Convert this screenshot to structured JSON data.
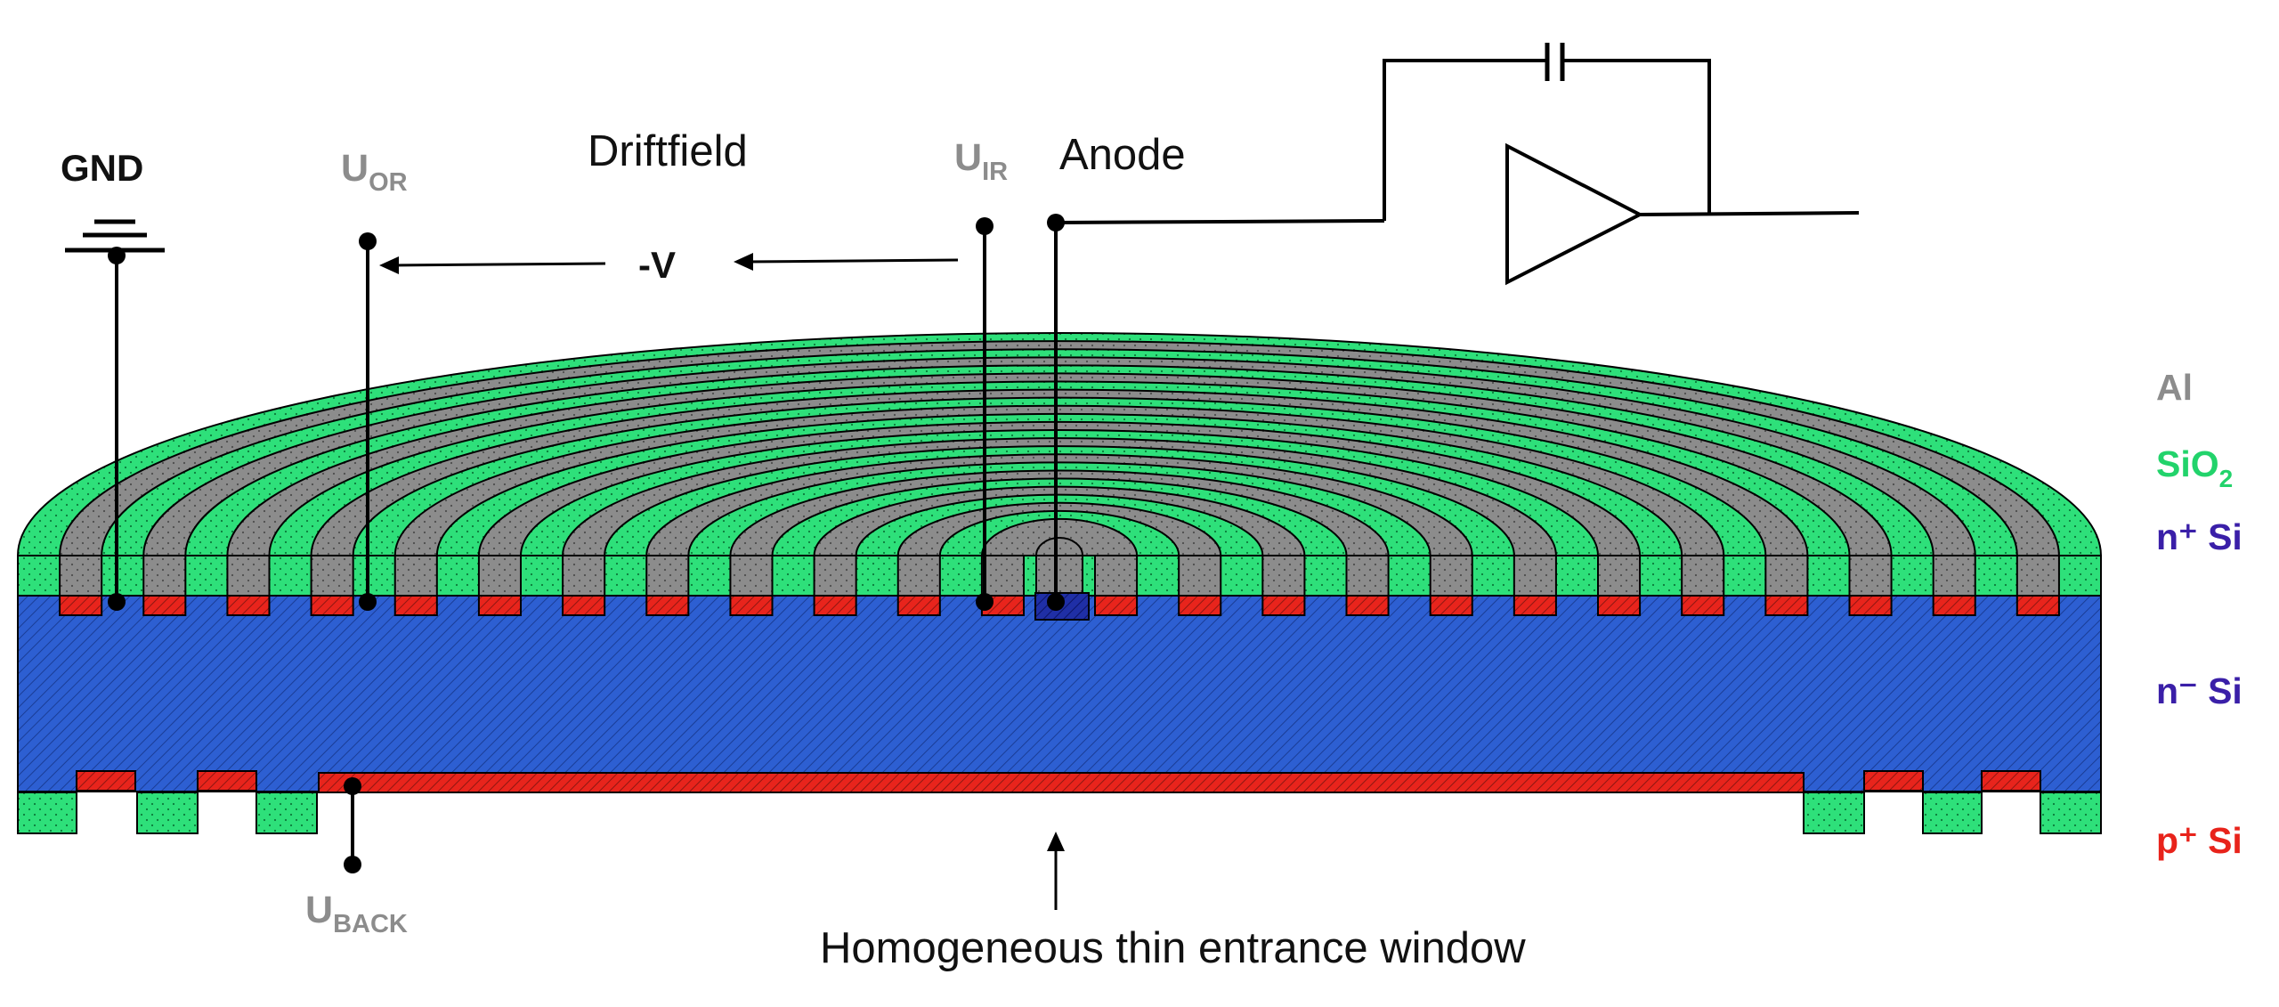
{
  "labels": {
    "gnd": "GND",
    "u_or_main": "U",
    "u_or_sub": "OR",
    "driftfield": "Driftfield",
    "u_ir_main": "U",
    "u_ir_sub": "IR",
    "anode": "Anode",
    "minus_v": "-V",
    "u_back_main": "U",
    "u_back_sub": "BACK",
    "entrance_window": "Homogeneous thin entrance window"
  },
  "legend": {
    "al": {
      "text": "Al",
      "color": "#8c8c8c"
    },
    "sio2": {
      "main": "SiO",
      "sub": "2",
      "color": "#22d36b"
    },
    "nplus": {
      "text": "n⁺ Si",
      "color": "#3a1fa8"
    },
    "nminus": {
      "text": "n⁻ Si",
      "color": "#3a1fa8"
    },
    "pplus": {
      "text": "p⁺ Si",
      "color": "#e8231b"
    }
  },
  "colors": {
    "aluminium": "#8c8c8c",
    "oxide": "#2ee07a",
    "n_minus_silicon": "#2d5fd2",
    "n_plus_silicon": "#1f2fa6",
    "p_plus_silicon": "#e8241c",
    "wire": "#000000"
  }
}
